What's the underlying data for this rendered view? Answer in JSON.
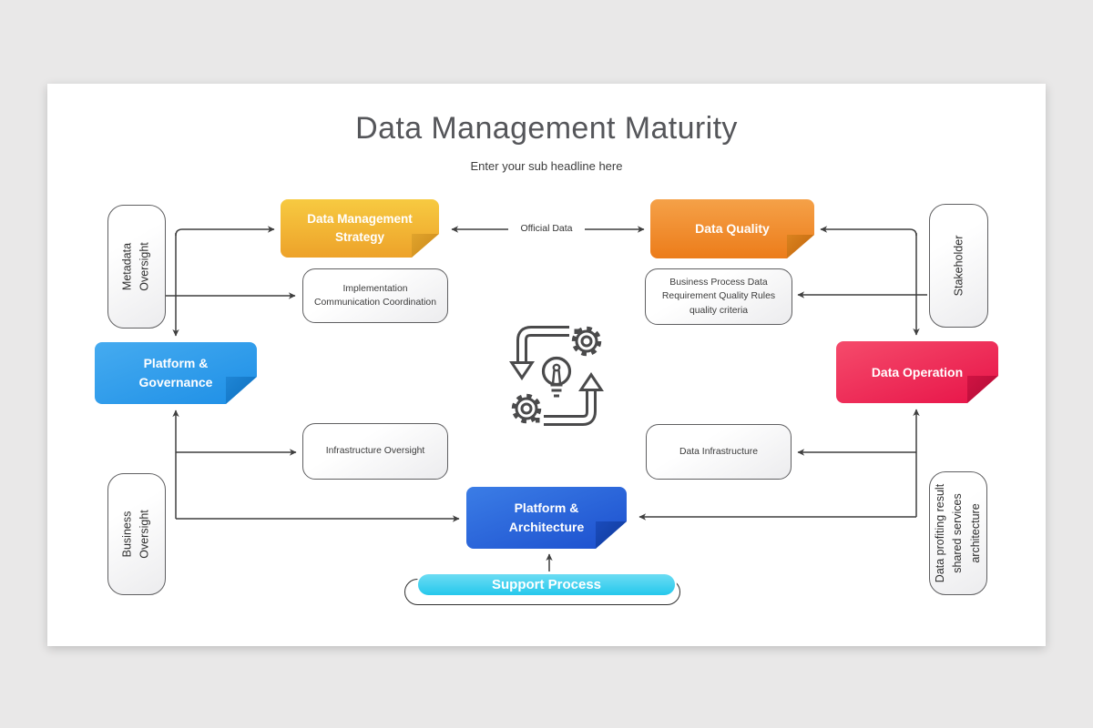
{
  "slide": {
    "title": "Data Management Maturity",
    "subtitle": "Enter your sub headline here"
  },
  "labels": {
    "official_data": "Official Data"
  },
  "nodes": {
    "metadata_oversight": "Metadata\nOversight",
    "data_management_strategy": "Data Management\nStrategy",
    "data_quality": "Data Quality",
    "stakeholder": "Stakeholder",
    "implementation": "Implementation\nCommunication Coordination",
    "business_process": "Business Process Data\nRequirement Quality Rules\nquality criteria",
    "platform_governance": "Platform &\nGovernance",
    "data_operation": "Data Operation",
    "infrastructure_oversight": "Infrastructure Oversight",
    "data_infrastructure": "Data Infrastructure",
    "business_oversight": "Business\nOversight",
    "data_profiting": "Data profiting result\nshared services\narchitecture",
    "platform_architecture": "Platform &\nArchitecture",
    "support_process": "Support Process"
  },
  "icons": {
    "center_icon": "process-gears-lightbulb-icon"
  },
  "colors": {
    "strategy_gold_top": "#f7ca41",
    "strategy_gold_bottom": "#eda22a",
    "quality_orange_top": "#f5a148",
    "quality_orange_bottom": "#ec7c1a",
    "governance_blue_top": "#45abf0",
    "governance_blue_bottom": "#1e8fe6",
    "operation_red_top": "#f54b6b",
    "operation_red_bottom": "#e71348",
    "architecture_blue_top": "#3b7de6",
    "architecture_blue_bottom": "#1c4fce",
    "support_cyan": "#25c8ec",
    "connector_gray": "#3f3f3f"
  }
}
